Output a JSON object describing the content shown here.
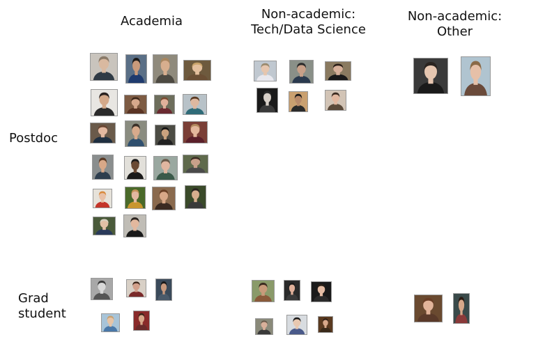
{
  "columns": [
    {
      "label": "Academia"
    },
    {
      "label": "Non-academic:\nTech/Data Science"
    },
    {
      "label": "Non-academic:\nOther"
    }
  ],
  "rows": [
    {
      "label": "Postdoc"
    },
    {
      "label": "Grad\nstudent"
    }
  ],
  "photo_icon": "person-portrait-icon",
  "palette": {
    "background": "#ffffff",
    "text": "#111111"
  }
}
